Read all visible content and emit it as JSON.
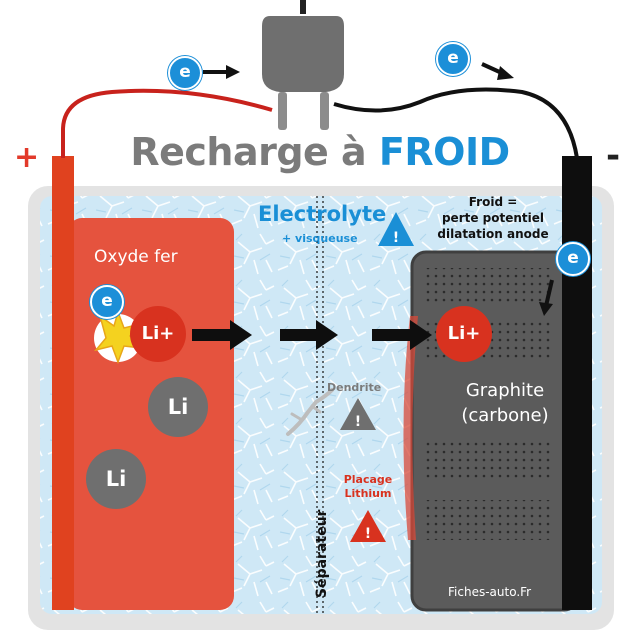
{
  "title": {
    "main": "Recharge à",
    "accent": "FROID"
  },
  "terminals": {
    "positive": "+",
    "negative": "-"
  },
  "electron_label": "e",
  "ion_label": "Li+",
  "atom_label": "Li",
  "cathode": {
    "label": "Oxyde fer"
  },
  "anode": {
    "lines": [
      "Graphite",
      "(carbone)"
    ]
  },
  "electrolyte": {
    "label": "Electrolyte",
    "note": "+ visqueuse"
  },
  "cold_effect": {
    "lines": [
      "Froid =",
      "perte potentiel",
      "dilatation anode"
    ]
  },
  "dendrite": {
    "label": "Dendrite"
  },
  "plating": {
    "lines": [
      "Placage",
      "Lithium"
    ]
  },
  "separator": {
    "label": "Séparateur"
  },
  "watermark": "Fiches-auto.Fr",
  "warning_symbol": "!",
  "colors": {
    "cathode": "#e5533e",
    "terminal_positive": "#e0421f",
    "anode": "#5b5b5b",
    "terminal_negative": "#0e0e0e",
    "electrolyte": "#cfe8f6",
    "electron": "#1c8fd8",
    "ion": "#d8321f",
    "atom": "#6f6f6f",
    "title_accent": "#1a8fd6"
  }
}
